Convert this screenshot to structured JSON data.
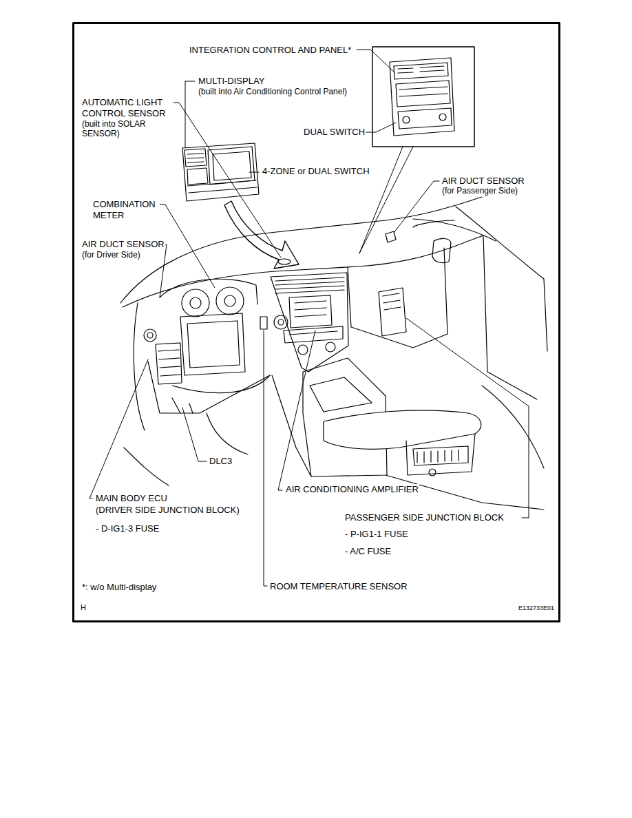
{
  "diagram": {
    "labels": [
      "INTEGRATION CONTROL AND PANEL*",
      "MULTI-DISPLAY",
      "(built into Air Conditioning Control Panel)",
      "AUTOMATIC LIGHT CONTROL SENSOR",
      "(built into SOLAR SENSOR)",
      "DUAL SWITCH",
      "4-ZONE or DUAL SWITCH",
      "AIR DUCT SENSOR",
      "(for Passenger Side)",
      "COMBINATION METER",
      "AIR DUCT SENSOR",
      "(for Driver Side)",
      "DLC3",
      "AIR CONDITIONING AMPLIFIER",
      "MAIN BODY ECU",
      "(DRIVER SIDE JUNCTION BLOCK)",
      "- D-IG1-3 FUSE",
      "PASSENGER SIDE JUNCTION BLOCK",
      "- P-IG1-1 FUSE",
      "- A/C FUSE",
      "*: w/o Multi-display",
      "ROOM TEMPERATURE SENSOR",
      "H",
      "E132733E01"
    ]
  }
}
